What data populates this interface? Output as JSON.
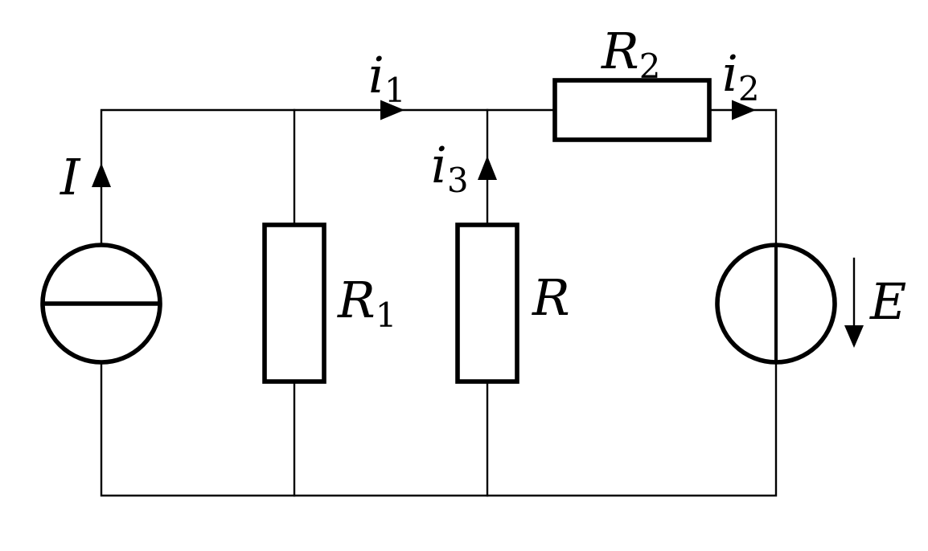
{
  "diagram": {
    "kind": "electrical-circuit",
    "background_color": "#ffffff",
    "line_color": "#000000",
    "description": "DC circuit: a current source I on the left, parallel resistors R1 and R, series resistor R2 feeding a voltage source E on the right; branch currents i1, i2, i3 marked with filled arrowheads"
  },
  "labels": {
    "source_current": "I",
    "current_i1": {
      "base": "i",
      "sub": "1"
    },
    "current_i2": {
      "base": "i",
      "sub": "2"
    },
    "current_i3": {
      "base": "i",
      "sub": "3"
    },
    "resistor_r1": {
      "base": "R",
      "sub": "1"
    },
    "resistor_r2": {
      "base": "R",
      "sub": "2"
    },
    "resistor_r": "R",
    "source_emf": "E"
  }
}
